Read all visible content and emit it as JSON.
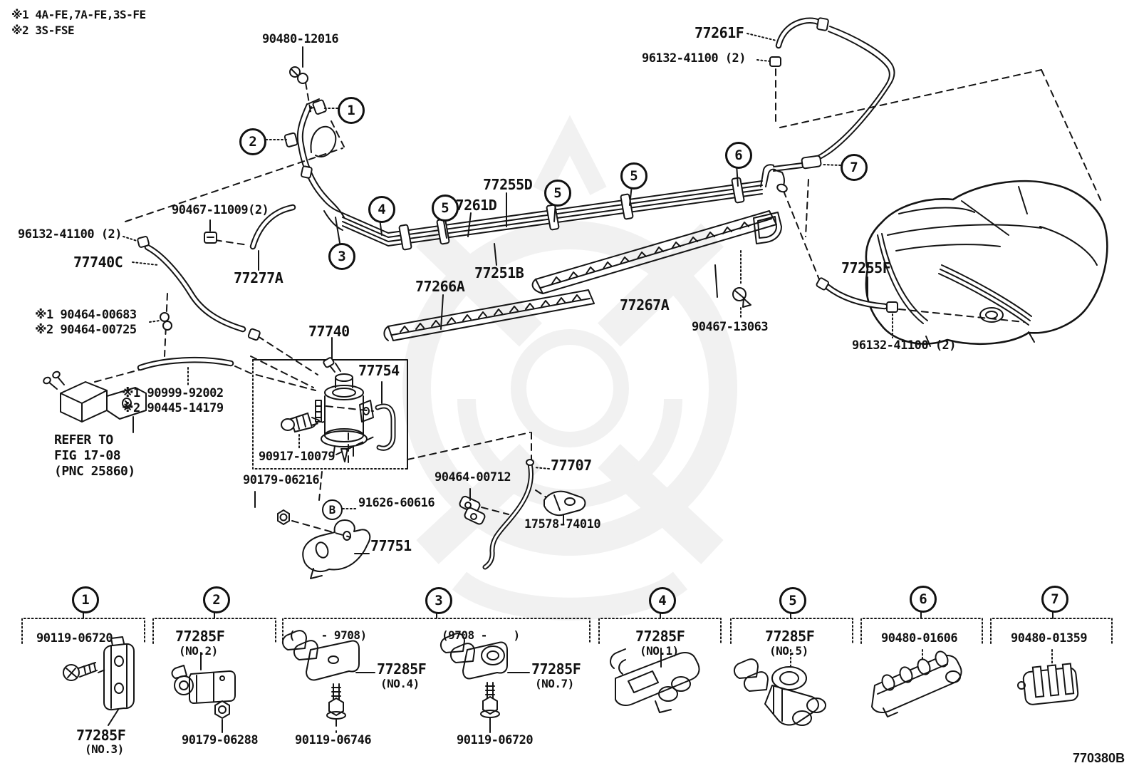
{
  "page": {
    "code": "770380B"
  },
  "notes": {
    "line1": "※1 4A-FE,7A-FE,3S-FE",
    "line2": "※2 3S-FSE"
  },
  "callouts": {
    "n1": "1",
    "n2": "2",
    "n3": "3",
    "n4": "4",
    "n5": "5",
    "n6": "6",
    "n7": "7",
    "b": "B"
  },
  "labels": {
    "screw_top": "90480-12016",
    "hose_77261f": "77261F",
    "clip_96132_top": "96132-41100 (2)",
    "pipe_77255d": "77255D",
    "pipe_77261d": "77261D",
    "pipe_77251b": "77251B",
    "protector_77266a": "77266A",
    "protector_77267a": "77267A",
    "bolt_90467_13063": "90467-13063",
    "hose_77255f": "77255F",
    "clip_96132_right": "96132-41100 (2)",
    "clip_96132_left": "96132-41100 (2)",
    "hose_77740c": "77740C",
    "clip_90467_11009": "90467-11009(2)",
    "hose_77277a": "77277A",
    "clamp_note1": "※1 90464-00683",
    "clamp_note2": "※2 90464-00725",
    "filter_77740": "77740",
    "bracket_77754": "77754",
    "hose_note1": "※1 90999-92002",
    "hose_note2": "※2 90445-14179",
    "refer1": "REFER TO",
    "refer2": "FIG 17-08",
    "refer3": "(PNC 25860)",
    "plug_90917": "90917-10079",
    "nut_90179_06216": "90179-06216",
    "bolt_91626": "91626-60616",
    "bracket_77751": "77751",
    "clamp_90464_00712": "90464-00712",
    "pipe_77707": "77707",
    "bracket_17578": "17578-74010"
  },
  "sections": {
    "s1": {
      "num": "1",
      "bolt": "90119-06720",
      "part": "77285F",
      "no": "(NO.3)"
    },
    "s2": {
      "num": "2",
      "part": "77285F",
      "no": "(NO.2)",
      "nut": "90179-06288"
    },
    "s3": {
      "num": "3",
      "range_a": "(    - 9708)",
      "range_b": "(9708 -    )",
      "part_a": "77285F",
      "no_a": "(NO.4)",
      "bolt_a": "90119-06746",
      "part_b": "77285F",
      "no_b": "(NO.7)",
      "bolt_b": "90119-06720"
    },
    "s4": {
      "num": "4",
      "part": "77285F",
      "no": "(NO.1)"
    },
    "s5": {
      "num": "5",
      "part": "77285F",
      "no": "(NO.5)"
    },
    "s6": {
      "num": "6",
      "part": "90480-01606"
    },
    "s7": {
      "num": "7",
      "part": "90480-01359"
    }
  }
}
